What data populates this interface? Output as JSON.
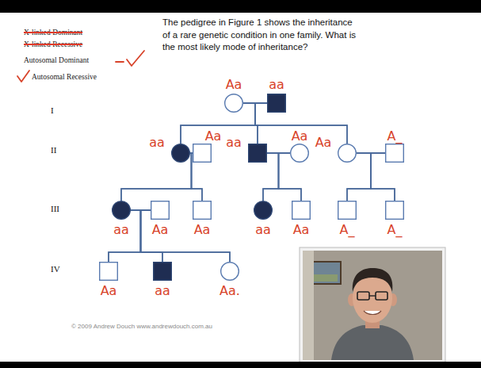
{
  "diagram": {
    "nodes": [
      {
        "text": [
          "Aa"
        ]
      },
      {
        "text": [
          "aa"
        ]
      },
      {
        "text": [
          "aa"
        ]
      },
      {
        "text": [
          "Aa"
        ]
      },
      {
        "text": [
          "aa"
        ]
      },
      {
        "text": [
          "Aa"
        ]
      },
      {
        "text": [
          "Aa"
        ]
      },
      {
        "text": [
          "A_"
        ]
      },
      {
        "text": [
          "aa"
        ]
      },
      {
        "text": [
          "Aa"
        ]
      },
      {
        "text": [
          "Aa"
        ]
      },
      {
        "text": [
          "aa"
        ]
      },
      {
        "text": [
          "Aa"
        ]
      },
      {
        "text": [
          "A_"
        ]
      },
      {
        "text": [
          "A_"
        ]
      },
      {
        "text": [
          "Aa"
        ]
      },
      {
        "text": [
          "aa"
        ]
      },
      {
        "text": [
          "Aa."
        ]
      }
    ],
    "edges": [
      {
        "from": 0,
        "to": 1,
        "arrow": "none"
      },
      {
        "from": 0,
        "to": 2,
        "arrow": "none"
      },
      {
        "from": 1,
        "to": 2,
        "arrow": "none"
      },
      {
        "from": 0,
        "to": 4,
        "arrow": "none"
      },
      {
        "from": 1,
        "to": 4,
        "arrow": "none"
      },
      {
        "from": 0,
        "to": 6,
        "arrow": "none"
      },
      {
        "from": 1,
        "to": 6,
        "arrow": "none"
      },
      {
        "from": 2,
        "to": 3,
        "arrow": "none"
      },
      {
        "from": 4,
        "to": 5,
        "arrow": "none"
      },
      {
        "from": 6,
        "to": 7,
        "arrow": "none"
      },
      {
        "from": 2,
        "to": 8,
        "arrow": "none"
      },
      {
        "from": 3,
        "to": 8,
        "arrow": "none"
      },
      {
        "from": 2,
        "to": 10,
        "arrow": "none"
      },
      {
        "from": 3,
        "to": 10,
        "arrow": "none"
      },
      {
        "from": 4,
        "to": 11,
        "arrow": "none"
      },
      {
        "from": 5,
        "to": 11,
        "arrow": "none"
      },
      {
        "from": 4,
        "to": 12,
        "arrow": "none"
      },
      {
        "from": 5,
        "to": 12,
        "arrow": "none"
      },
      {
        "from": 6,
        "to": 13,
        "arrow": "none"
      },
      {
        "from": 7,
        "to": 13,
        "arrow": "none"
      },
      {
        "from": 6,
        "to": 14,
        "arrow": "none"
      },
      {
        "from": 7,
        "to": 14,
        "arrow": "none"
      },
      {
        "from": 8,
        "to": 9,
        "arrow": "none"
      },
      {
        "from": 8,
        "to": 15,
        "arrow": "none"
      },
      {
        "from": 9,
        "to": 15,
        "arrow": "none"
      },
      {
        "from": 8,
        "to": 16,
        "arrow": "none"
      },
      {
        "from": 9,
        "to": 16,
        "arrow": "none"
      },
      {
        "from": 8,
        "to": 17,
        "arrow": "none"
      },
      {
        "from": 9,
        "to": 17,
        "arrow": "none"
      }
    ],
    "labels": [
      "X-linked Dominant",
      "X-linked Recessive",
      "Autosomal Dominant",
      "Autosomal Recessive",
      "The pedigree in Figure 1 shows the inheritance of a rare genetic condition in one family. What is the most likely mode of inheritance?",
      "I",
      "II",
      "III",
      "IV",
      "© 2009 Andrew Douch www.andrewdouch.com.au"
    ]
  }
}
